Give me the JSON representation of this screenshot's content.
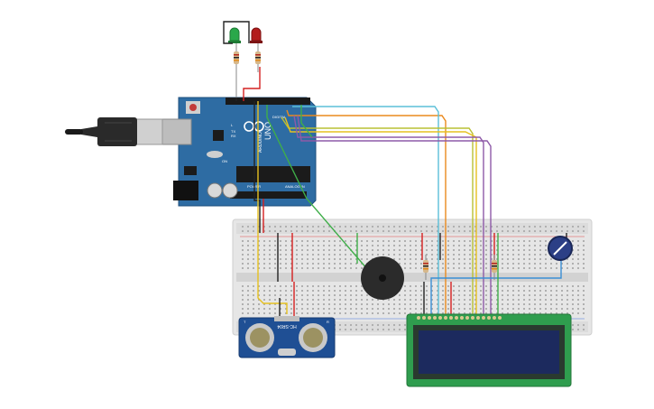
{
  "arduino": {
    "brand": "ARDUINO",
    "model": "UNO",
    "digital_label": "DIGITAL",
    "power_label": "POWER",
    "analog_label": "ANALOG IN",
    "on_label": "ON",
    "tx_label": "TX",
    "rx_label": "RX",
    "l_label": "L"
  },
  "sensor": {
    "model": "HC-SR04",
    "t_label": "T",
    "r_label": "R"
  },
  "colors": {
    "arduino_board": "#2e6ca3",
    "breadboard": "#e8e8e8",
    "lcd_board": "#2f9d4e",
    "lcd_screen": "#1c2a5e",
    "sensor_board": "#1f4f94",
    "buzzer": "#2b2b2b",
    "led_green": "#2aa84a",
    "led_red": "#b31d1d",
    "wire_red": "#d42020",
    "wire_black": "#222222",
    "wire_yellow": "#e6c020",
    "wire_green": "#3fae49",
    "wire_orange": "#ea8a1e",
    "wire_cyan": "#5bbfd8",
    "wire_purple": "#8e5aa8",
    "wire_olive": "#b9c034",
    "wire_blue": "#3a8fd4"
  },
  "icons": {
    "usb_cable": "usb-cable-icon",
    "potentiometer": "potentiometer-icon",
    "buzzer": "buzzer-icon"
  }
}
